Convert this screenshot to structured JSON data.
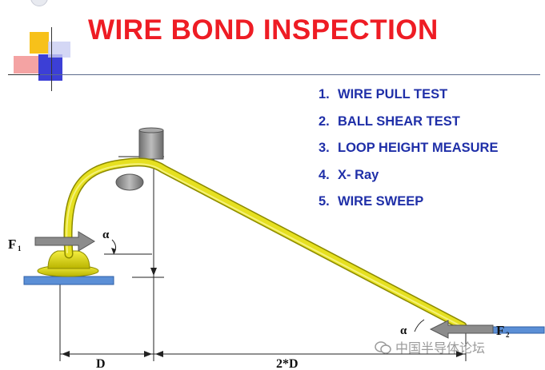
{
  "title": "WIRE BOND INSPECTION",
  "tests": [
    {
      "num": "1.",
      "label": "WIRE PULL TEST"
    },
    {
      "num": "2.",
      "label": "BALL SHEAR TEST"
    },
    {
      "num": "3.",
      "label": "LOOP HEIGHT MEASURE"
    },
    {
      "num": "4.",
      "label": "X- Ray"
    },
    {
      "num": "5.",
      "label": "WIRE SWEEP"
    }
  ],
  "diagram": {
    "force_left": {
      "letter": "F",
      "sub": "1"
    },
    "force_right": {
      "letter": "F",
      "sub": "2"
    },
    "angle_label": "α",
    "dim_left": "D",
    "dim_right": "2*D"
  },
  "watermark": "中国半导体论坛",
  "colors": {
    "title": "#ee1c24",
    "list_text": "#1f2fa8",
    "wire": "#e6e020",
    "wire_outline": "#8c8a00",
    "pad": "#5b8fd6",
    "arrow": "#8c8c8c",
    "capillary": "#8a8a8a"
  }
}
